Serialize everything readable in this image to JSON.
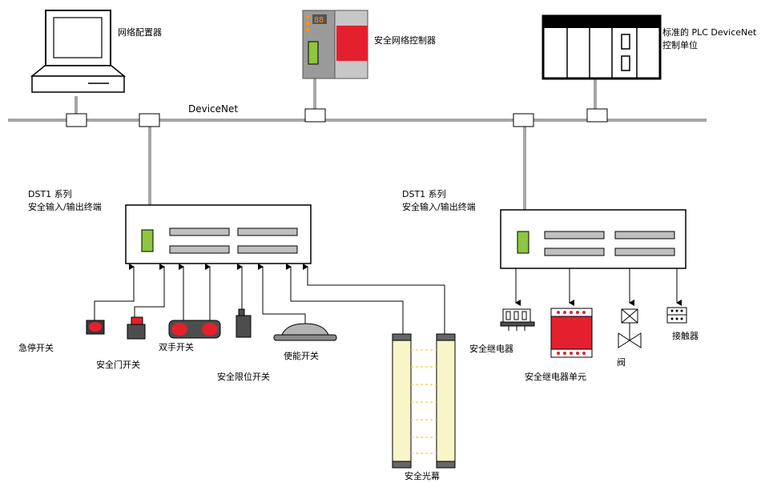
{
  "network": {
    "bus_label": "DeviceNet"
  },
  "nodes": {
    "configurator": "网络配置器",
    "safety_controller": "安全网络控制器",
    "plc_line1": "标准的 PLC DeviceNet",
    "plc_line2": "控制单位"
  },
  "terminals": {
    "left": {
      "line1": "DST1 系列",
      "line2": "安全输入/输出终端"
    },
    "right": {
      "line1": "DST1 系列",
      "line2": "安全输入/输出终端"
    }
  },
  "inputs": {
    "estop": "急停开关",
    "door_switch": "安全门开关",
    "two_hand": "双手开关",
    "limit_switch": "安全限位开关",
    "enable_switch": "使能开关",
    "light_curtain": "安全光幕"
  },
  "outputs": {
    "safety_relay": "安全继电器",
    "relay_unit": "安全继电器单元",
    "valve": "阀",
    "contactor": "接触器"
  },
  "colors": {
    "bus": "#a6a6a6",
    "indicator_green": "#8dc63f",
    "device_red": "#e5202e",
    "curtain_yellow": "#f8f5c8",
    "curtain_dot": "#f2c94c",
    "controller_gray": "#9a9a9a"
  }
}
